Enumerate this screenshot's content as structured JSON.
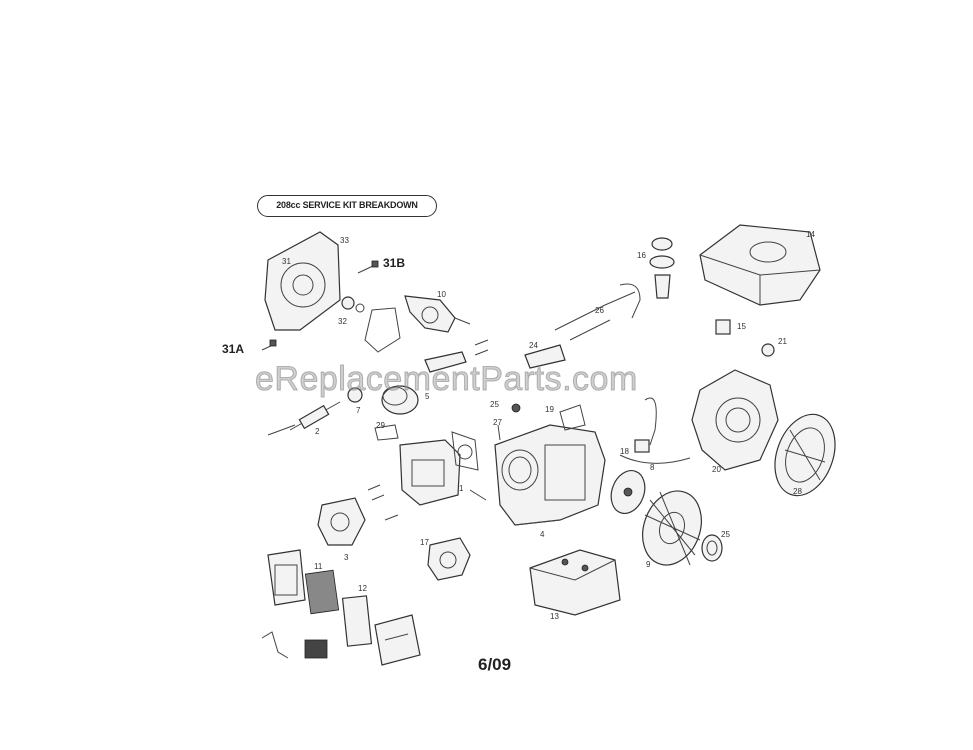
{
  "title": "208cc SERVICE KIT BREAKDOWN",
  "date": "6/09",
  "watermark": "eReplacementParts.com",
  "callouts": [
    "33",
    "31",
    "31B",
    "10",
    "32",
    "31A",
    "2",
    "7",
    "5",
    "29",
    "25",
    "27",
    "24",
    "26",
    "16",
    "14",
    "15",
    "21",
    "19",
    "18",
    "8",
    "20",
    "28",
    "3",
    "1",
    "4",
    "17",
    "11",
    "12",
    "9",
    "25",
    "13"
  ]
}
